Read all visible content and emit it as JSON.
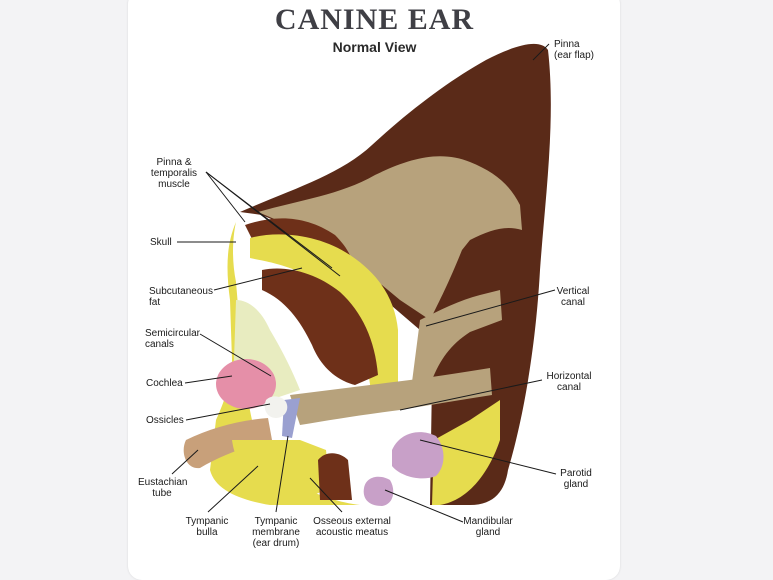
{
  "title": "CANINE EAR",
  "subtitle": "Normal View",
  "colors": {
    "fur": "#5a2a18",
    "bone_fat": "#e6dc4e",
    "cartilage": "#b7a27c",
    "muscle": "#6e3019",
    "cochlea": "#e58fa8",
    "gland": "#c8a0c8",
    "membrane": "#9aa0d0"
  },
  "labels": {
    "pinna": "Pinna\n(ear flap)",
    "pinna_temporalis": "Pinna &\ntemporalis\nmuscle",
    "skull": "Skull",
    "subcutaneous_fat": "Subcutaneous\nfat",
    "semicircular_canals": "Semicircular\ncanals",
    "cochlea": "Cochlea",
    "ossicles": "Ossicles",
    "eustachian_tube": "Eustachian\ntube",
    "tympanic_bulla": "Tympanic\nbulla",
    "tympanic_membrane": "Tympanic\nmembrane\n(ear drum)",
    "osseous_meatus": "Osseous external\nacoustic meatus",
    "mandibular_gland": "Mandibular\ngland",
    "parotid_gland": "Parotid\ngland",
    "horizontal_canal": "Horizontal\ncanal",
    "vertical_canal": "Vertical\ncanal"
  }
}
